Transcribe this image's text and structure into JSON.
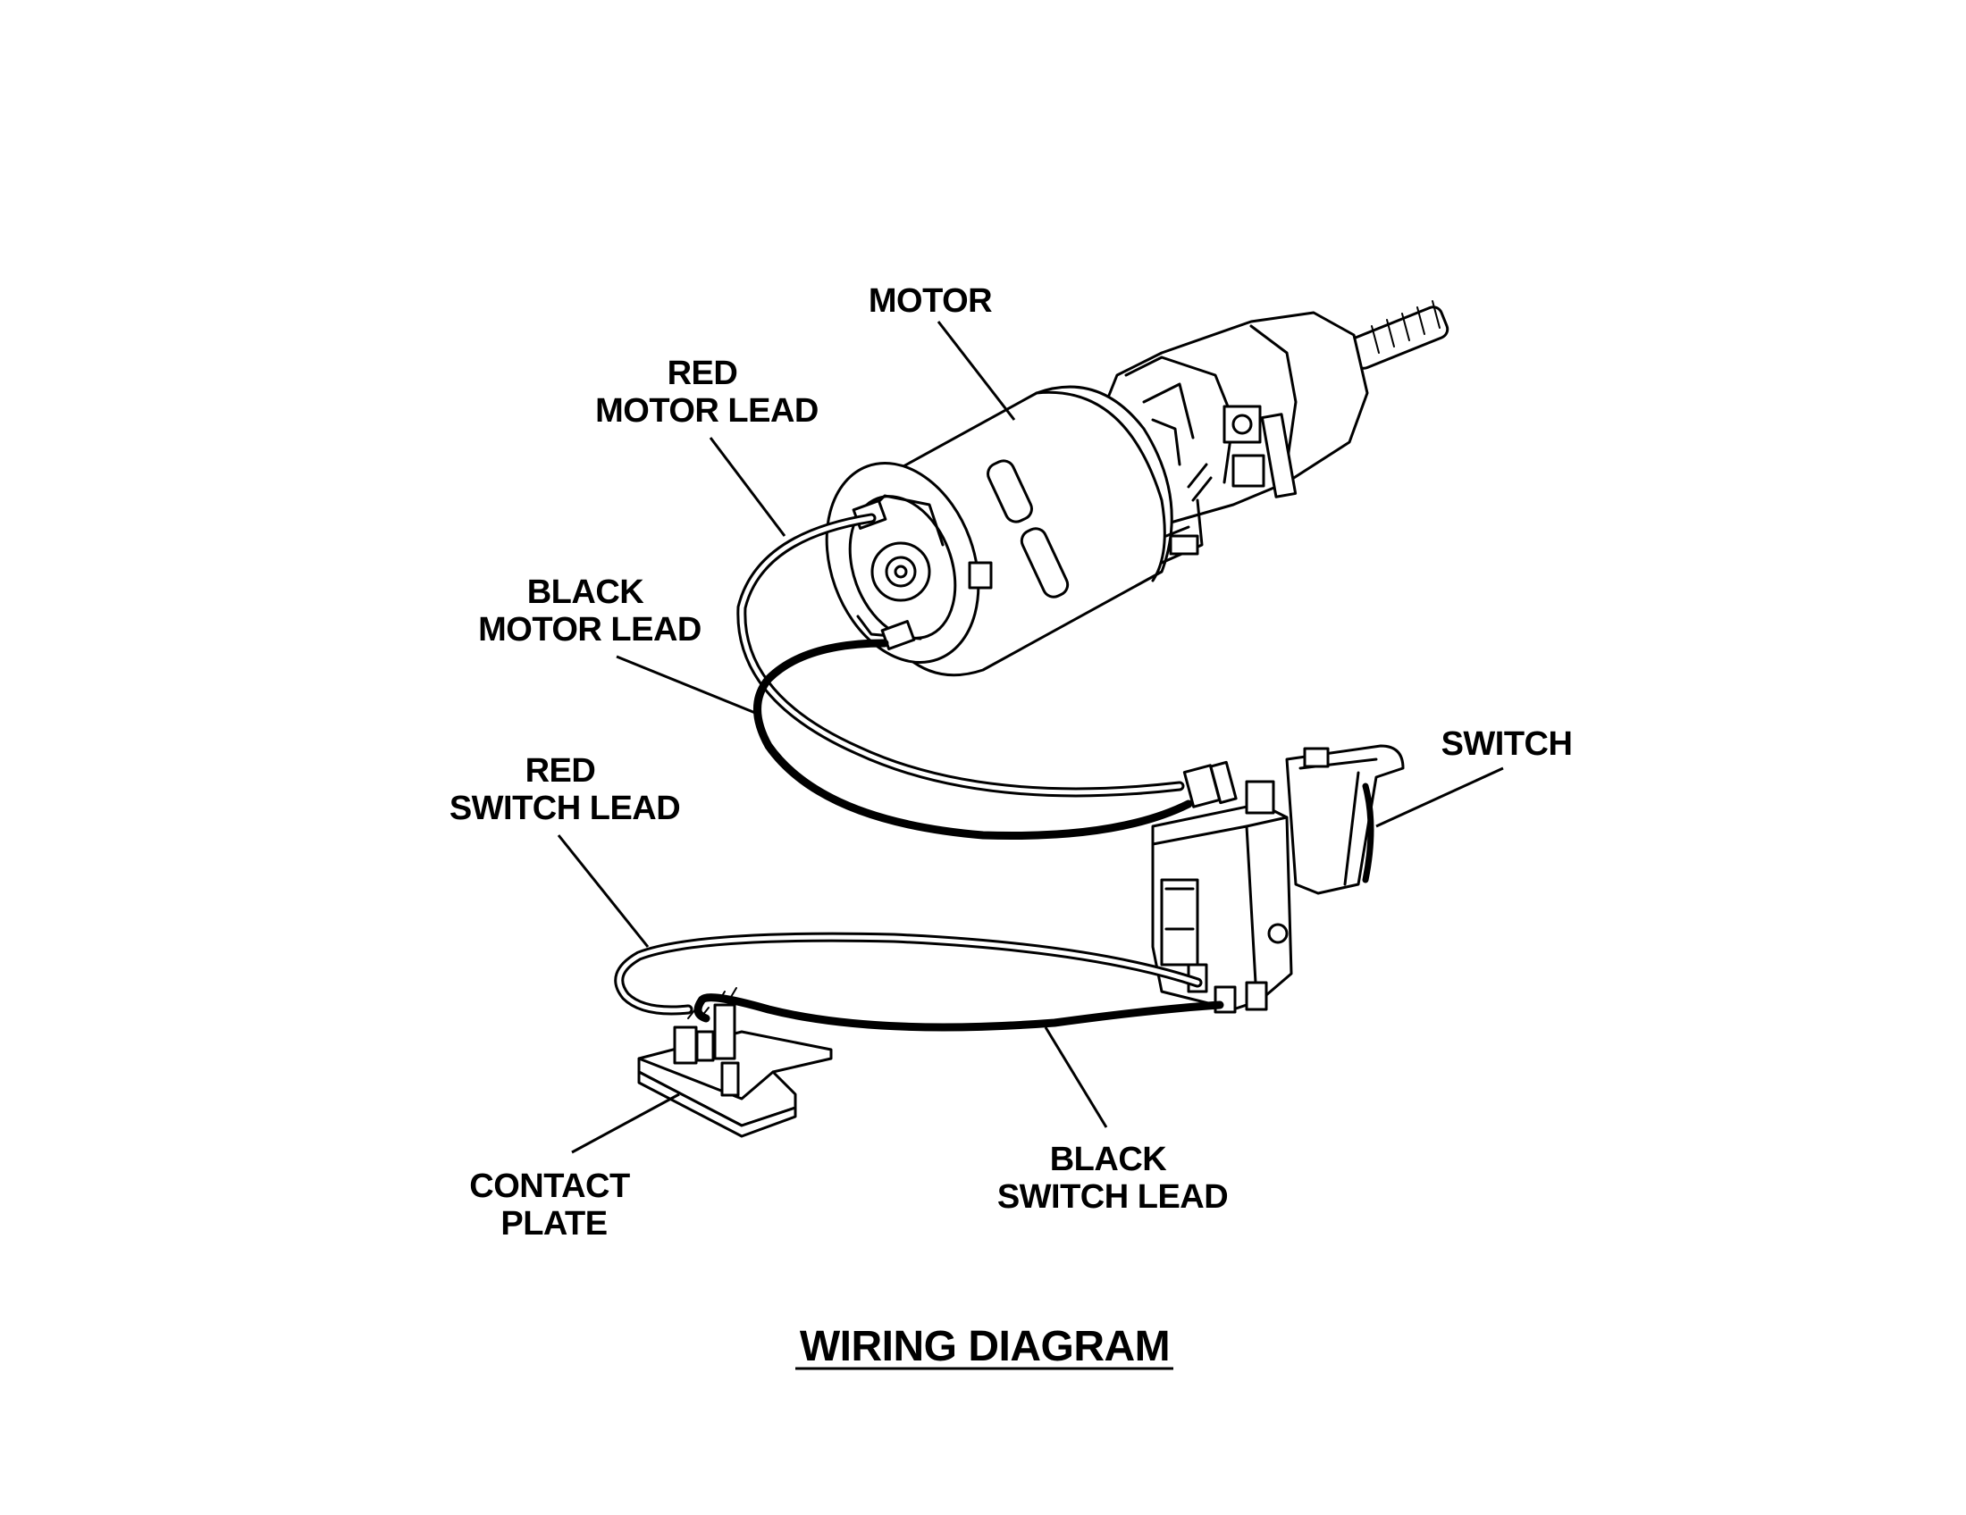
{
  "diagram": {
    "title": "WIRING DIAGRAM",
    "labels": {
      "motor": [
        "MOTOR"
      ],
      "red_motor_lead": [
        "RED",
        "MOTOR LEAD"
      ],
      "black_motor_lead": [
        "BLACK",
        "MOTOR LEAD"
      ],
      "switch": [
        "SWITCH"
      ],
      "red_switch_lead": [
        "RED",
        "SWITCH LEAD"
      ],
      "contact_plate": [
        "CONTACT",
        "PLATE"
      ],
      "black_switch_lead": [
        "BLACK",
        "SWITCH LEAD"
      ]
    }
  }
}
